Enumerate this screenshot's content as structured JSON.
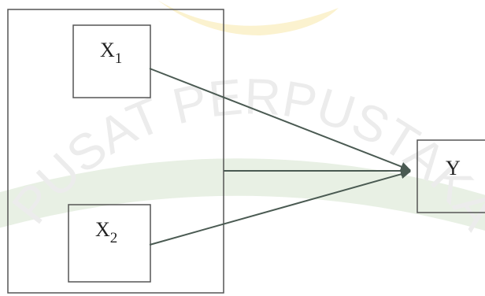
{
  "diagram": {
    "outer_box": {},
    "nodes": [
      {
        "id": "x1",
        "label": "X",
        "subscript": "1"
      },
      {
        "id": "x2",
        "label": "X",
        "subscript": "2"
      },
      {
        "id": "y",
        "label": "Y",
        "subscript": ""
      }
    ],
    "edges": [
      {
        "from": "x1",
        "to": "y"
      },
      {
        "from": "x2",
        "to": "y"
      },
      {
        "from": "outer_box",
        "to": "y"
      }
    ]
  },
  "watermark": {
    "text": "PUSAT PERPUSTAKAAN",
    "colors": {
      "arc": "#e8f0e4",
      "logo": "#fbf2cf",
      "text": "#ececec"
    }
  },
  "colors": {
    "stroke": "#555555",
    "arrow": "#4a5a52",
    "text": "#222222"
  }
}
